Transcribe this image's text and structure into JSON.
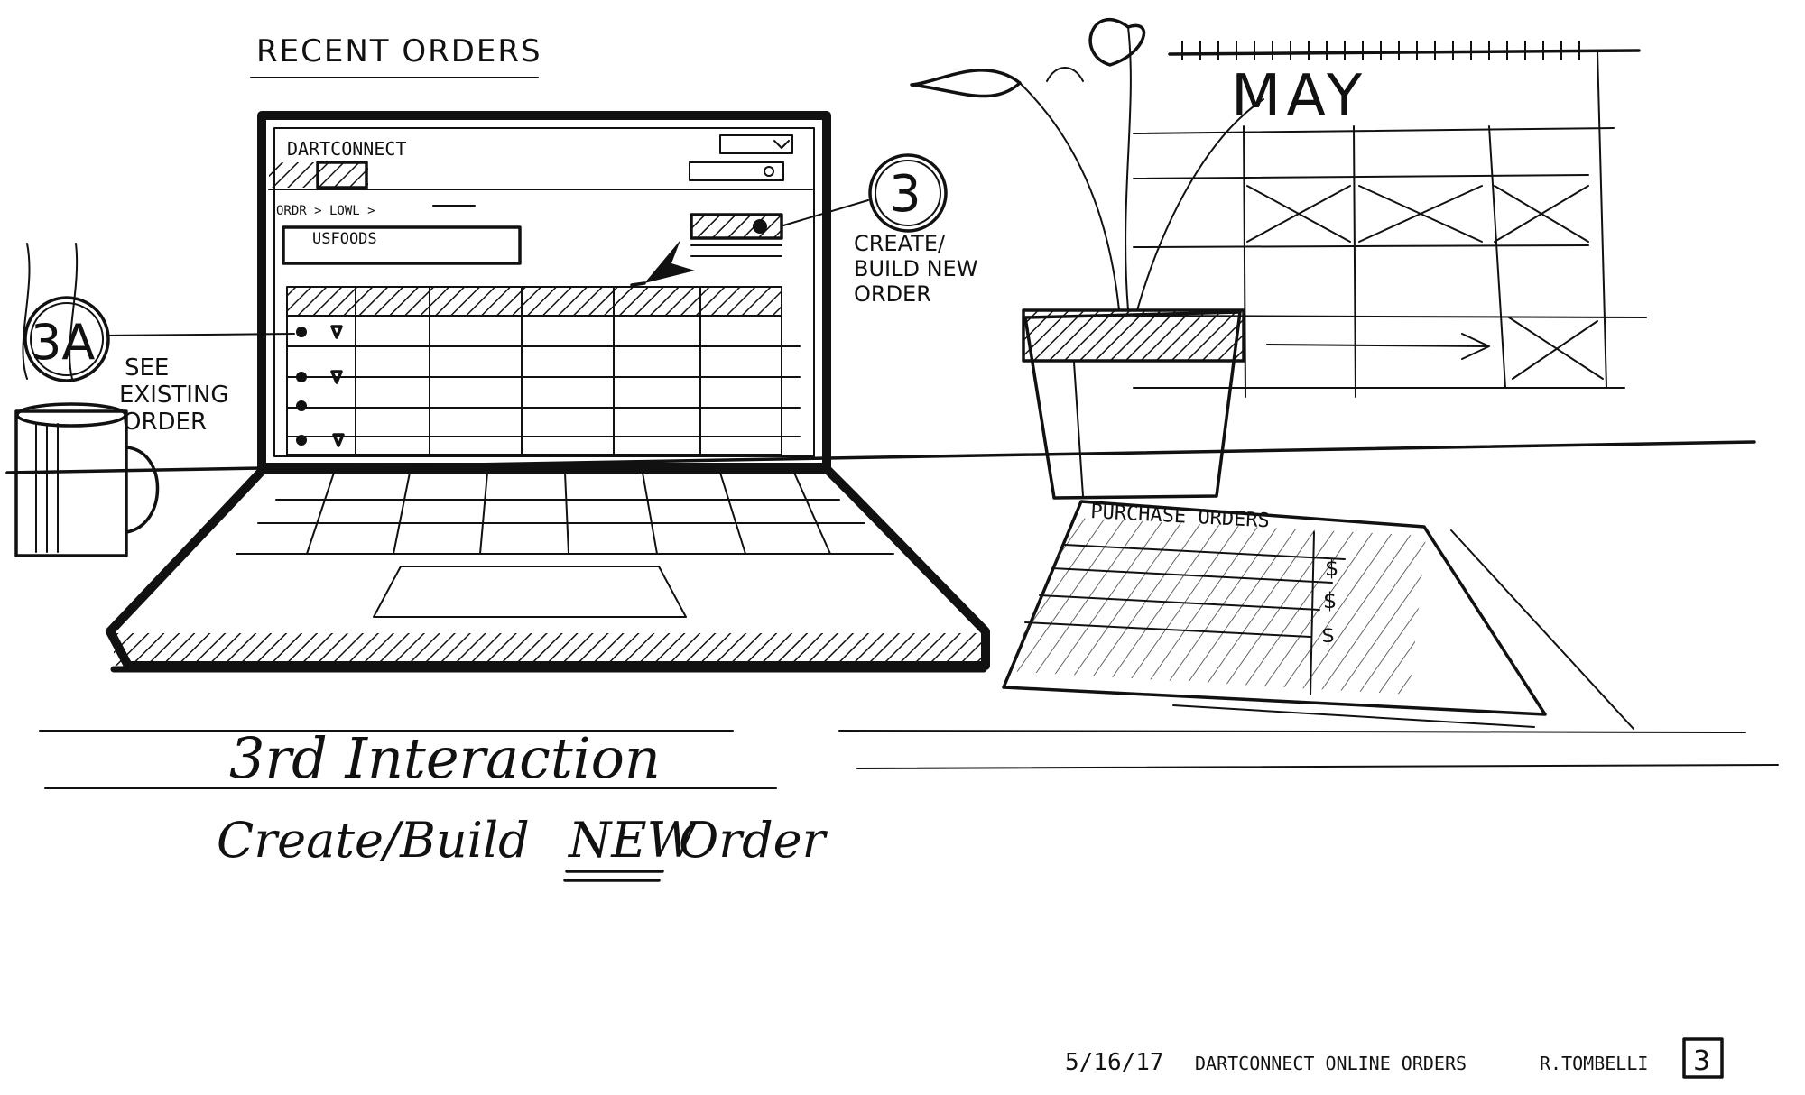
{
  "header": {
    "title": "RECENT ORDERS"
  },
  "laptop_screen": {
    "app_name": "DARTCONNECT",
    "breadcrumb": "ORDR > LOWL >",
    "search_value": "USFOODS"
  },
  "callouts": {
    "create": {
      "number": "3",
      "line1": "CREATE/",
      "line2": "BUILD NEW",
      "line3": "ORDER"
    },
    "existing": {
      "number": "3A",
      "line1": "SEE",
      "line2": "EXISTING",
      "line3": "ORDER"
    }
  },
  "calendar": {
    "month": "MAY"
  },
  "paper": {
    "title": "PURCHASE ORDERS",
    "row_marks": [
      "$",
      "$",
      "$"
    ]
  },
  "caption": {
    "heading": "3rd Interaction",
    "sub_before": "Create/Build",
    "sub_emphasis": "NEW",
    "sub_after": "Order"
  },
  "footer": {
    "date": "5/16/17",
    "project": "DARTCONNECT ONLINE ORDERS",
    "author": "R.TOMBELLI",
    "page": "3"
  }
}
